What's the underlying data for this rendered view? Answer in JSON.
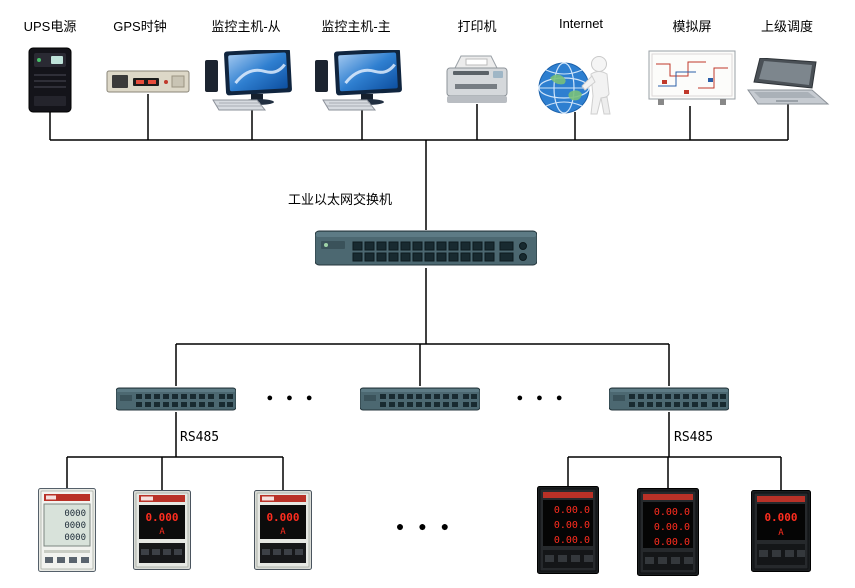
{
  "diagram": {
    "top_devices": [
      {
        "label": "UPS电源"
      },
      {
        "label": "GPS时钟"
      },
      {
        "label": "监控主机-从"
      },
      {
        "label": "监控主机-主"
      },
      {
        "label": "打印机"
      },
      {
        "label": "Internet"
      },
      {
        "label": "模拟屏"
      },
      {
        "label": "上级调度"
      }
    ],
    "main_switch_label": "工业以太网交换机",
    "rs485_left": "RS485",
    "rs485_right": "RS485",
    "dots": "● ● ●",
    "meters": [
      {
        "rows": [
          "0000",
          "0000",
          "0000"
        ]
      },
      {
        "value": "0.000",
        "unit": "A"
      },
      {
        "value": "0.000",
        "unit": "A"
      },
      {
        "rows": [
          "0.00.0",
          "0.00.0",
          "0.00.0"
        ]
      },
      {
        "rows": [
          "0.00.0",
          "0.00.0",
          "0.00.0"
        ]
      },
      {
        "value": "0.000",
        "unit": "A"
      }
    ],
    "colors": {
      "line": "#000000",
      "switch_body": "#4c6871",
      "led_red": "#ff2d1f",
      "brand_strip": "#b93127",
      "screen_blue": "#2f7fd0"
    }
  }
}
